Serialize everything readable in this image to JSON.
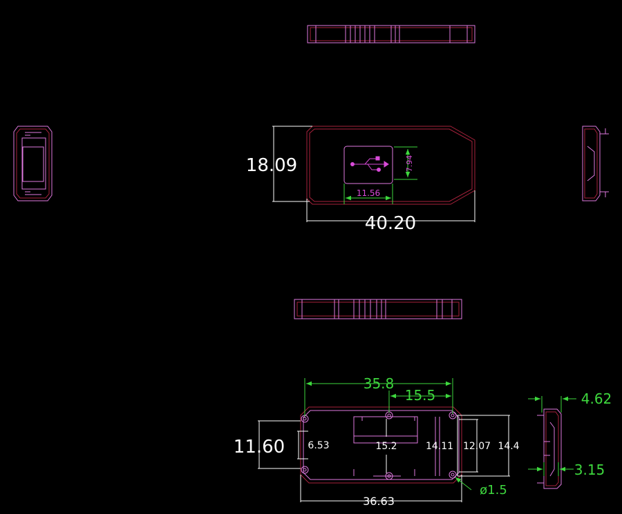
{
  "colors": {
    "background": "#000000",
    "outline_pink": "#e07ae0",
    "outline_red": "#a8223c",
    "dimension_white": "#ffffff",
    "dimension_green": "#3ed83e",
    "dimension_magenta": "#d94bd9"
  },
  "upper_drawing": {
    "overall_height": "18.09",
    "overall_length": "40.20",
    "usb_port_width": "11.56",
    "usb_port_height": "7.94",
    "usb_symbol": "usb-icon"
  },
  "lower_drawing": {
    "hole_span_top": "35.8",
    "hole_offset_top": "15.5",
    "overall_height_left": "11.60",
    "inner_height_left": "6.53",
    "center_height": "15.2",
    "height_a": "14.11",
    "height_b": "12.07",
    "height_c": "14.4",
    "overall_length_bottom": "36.63",
    "hole_diameter": "ø1.5",
    "side_thickness_top": "4.62",
    "side_thickness_bottom": "3.15"
  }
}
